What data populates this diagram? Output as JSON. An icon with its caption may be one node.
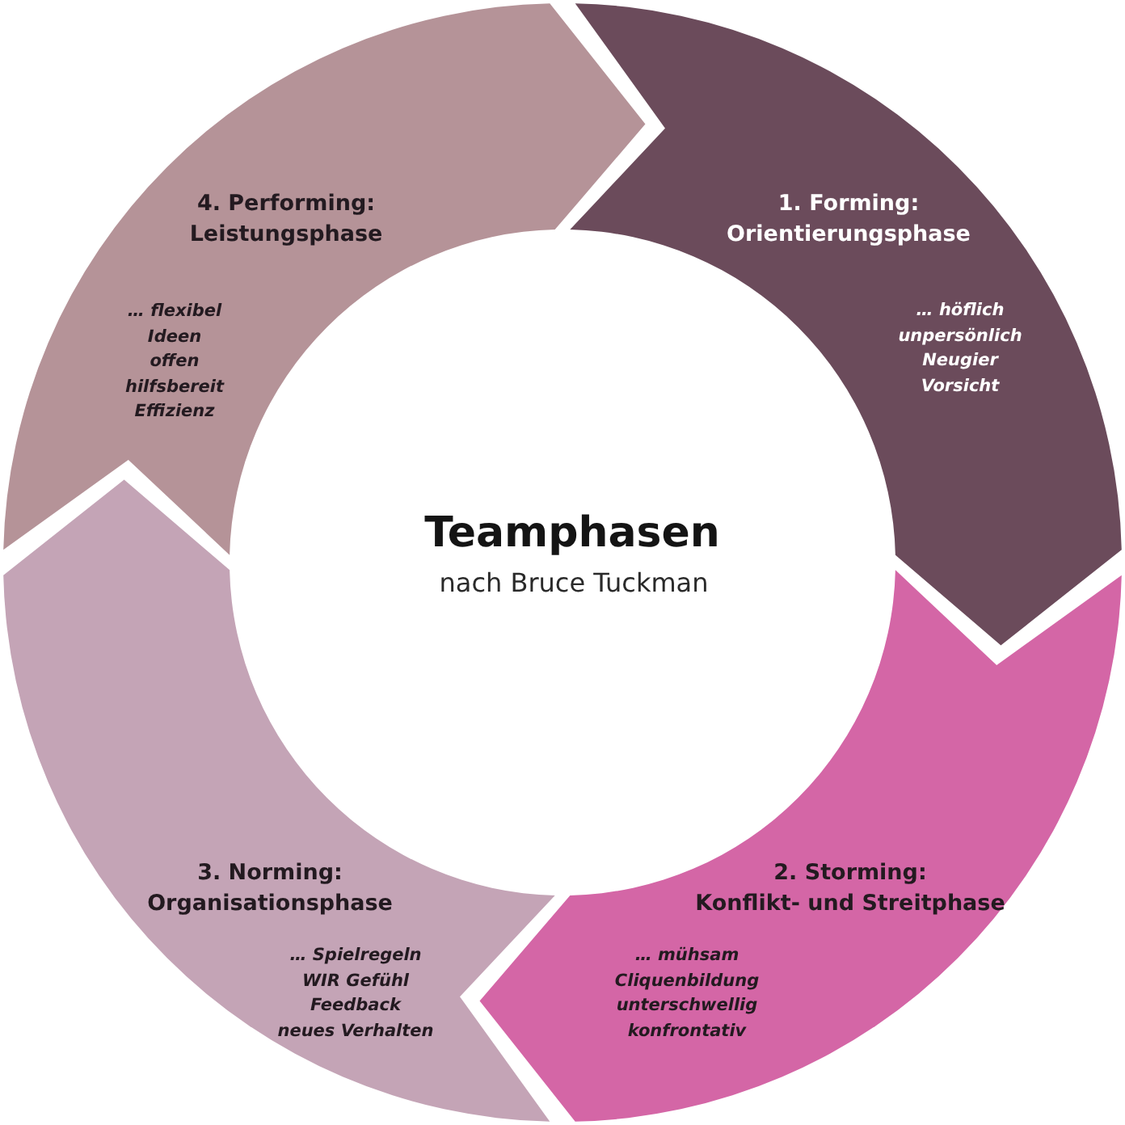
{
  "diagram": {
    "title": "Teamphasen",
    "nodes": [
      {
        "text": [
          "1. Forming: Orientierungsphase",
          "… höflich unpersönlich Neugier Vorsicht"
        ]
      },
      {
        "text": [
          "2. Storming: Konflikt- und Streitphase",
          "… mühsam Cliquenbildung unterschwellig konfrontativ"
        ]
      },
      {
        "text": [
          "3. Norming: Organisationsphase",
          "… Spielregeln WIR Gefühl Feedback neues Verhalten"
        ]
      },
      {
        "text": [
          "4. Performing: Leistungsphase",
          "… flexibel Ideen offen hilfsbereit Effizienz"
        ]
      }
    ],
    "labels": [
      "nach Bruce Tuckman"
    ]
  }
}
